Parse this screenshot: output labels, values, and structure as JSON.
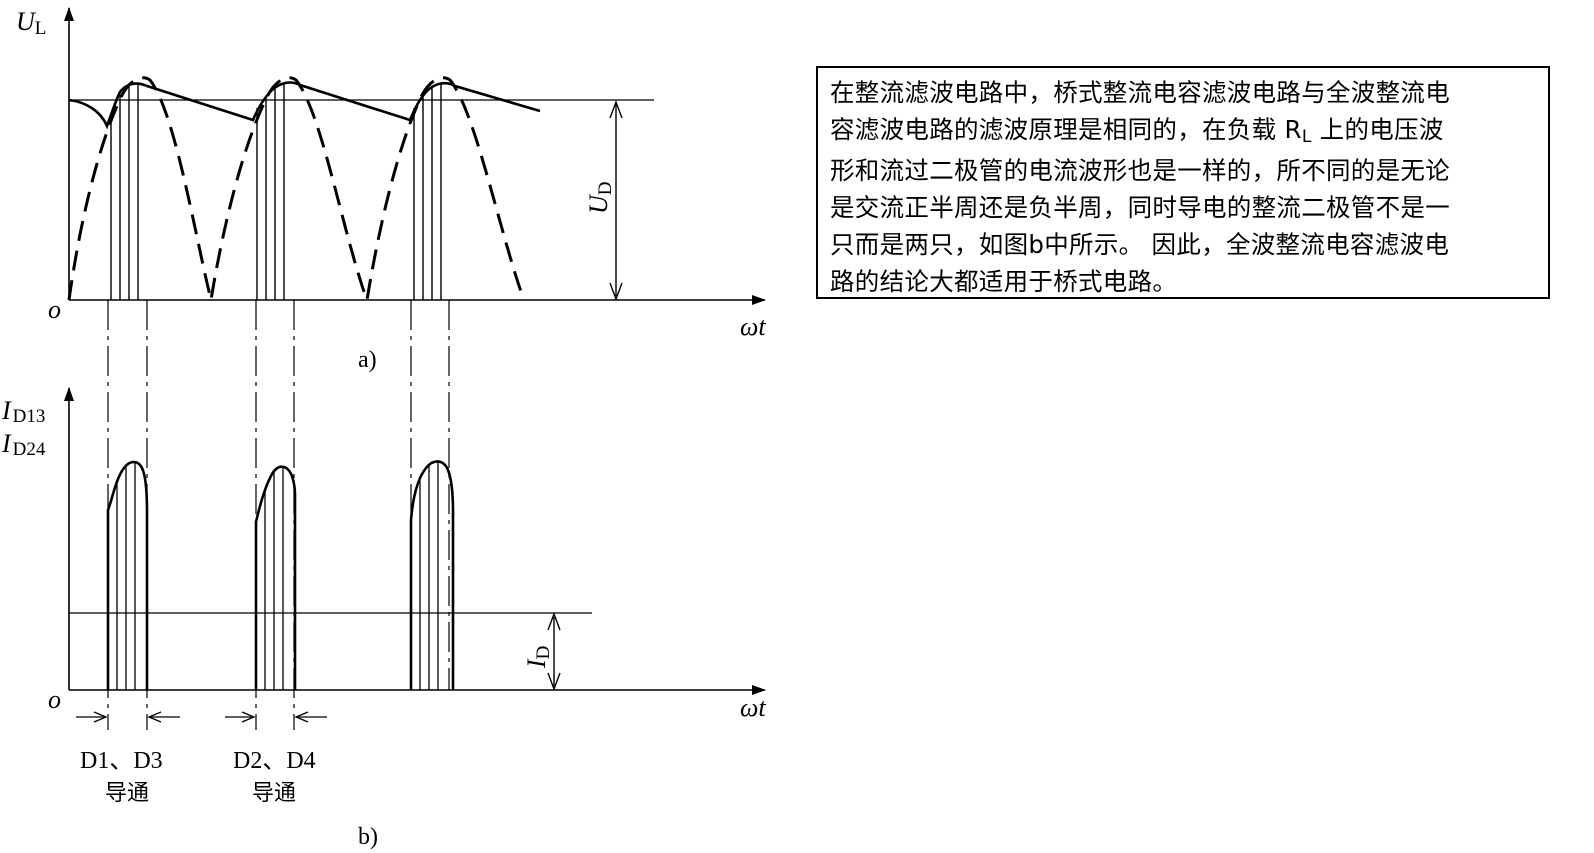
{
  "figure_a": {
    "y_axis_symbol": "U",
    "y_axis_sub": "L",
    "x_axis_label": "ωt",
    "origin": "o",
    "level_symbol": "U",
    "level_sub": "D",
    "caption": "a)"
  },
  "figure_b": {
    "y_axis_symbol_1": "I",
    "y_axis_sub_1": "D13",
    "y_axis_symbol_2": "I",
    "y_axis_sub_2": "D24",
    "x_axis_label": "ωt",
    "origin": "o",
    "level_symbol": "I",
    "level_sub": "D",
    "caption": "b)",
    "conduction_labels": [
      {
        "diodes": "D1、D3",
        "state": "导通"
      },
      {
        "diodes": "D2、D4",
        "state": "导通"
      }
    ]
  },
  "description": {
    "lines": [
      "在整流滤波电路中，桥式整流电容滤波电路与全波整流电",
      "容滤波电路的滤波原理是相同的，在负载 R",
      "形和流过二极管的电流波形也是一样的，所不同的是无论",
      "是交流正半周还是负半周，同时导电的整流二极管不是一",
      "只而是两只，如图b中所示。 因此，全波整流电容滤波电",
      "路的结论大都适用于桥式电路。"
    ],
    "line2_sub": "L",
    "line2_tail": " 上的电压波"
  }
}
